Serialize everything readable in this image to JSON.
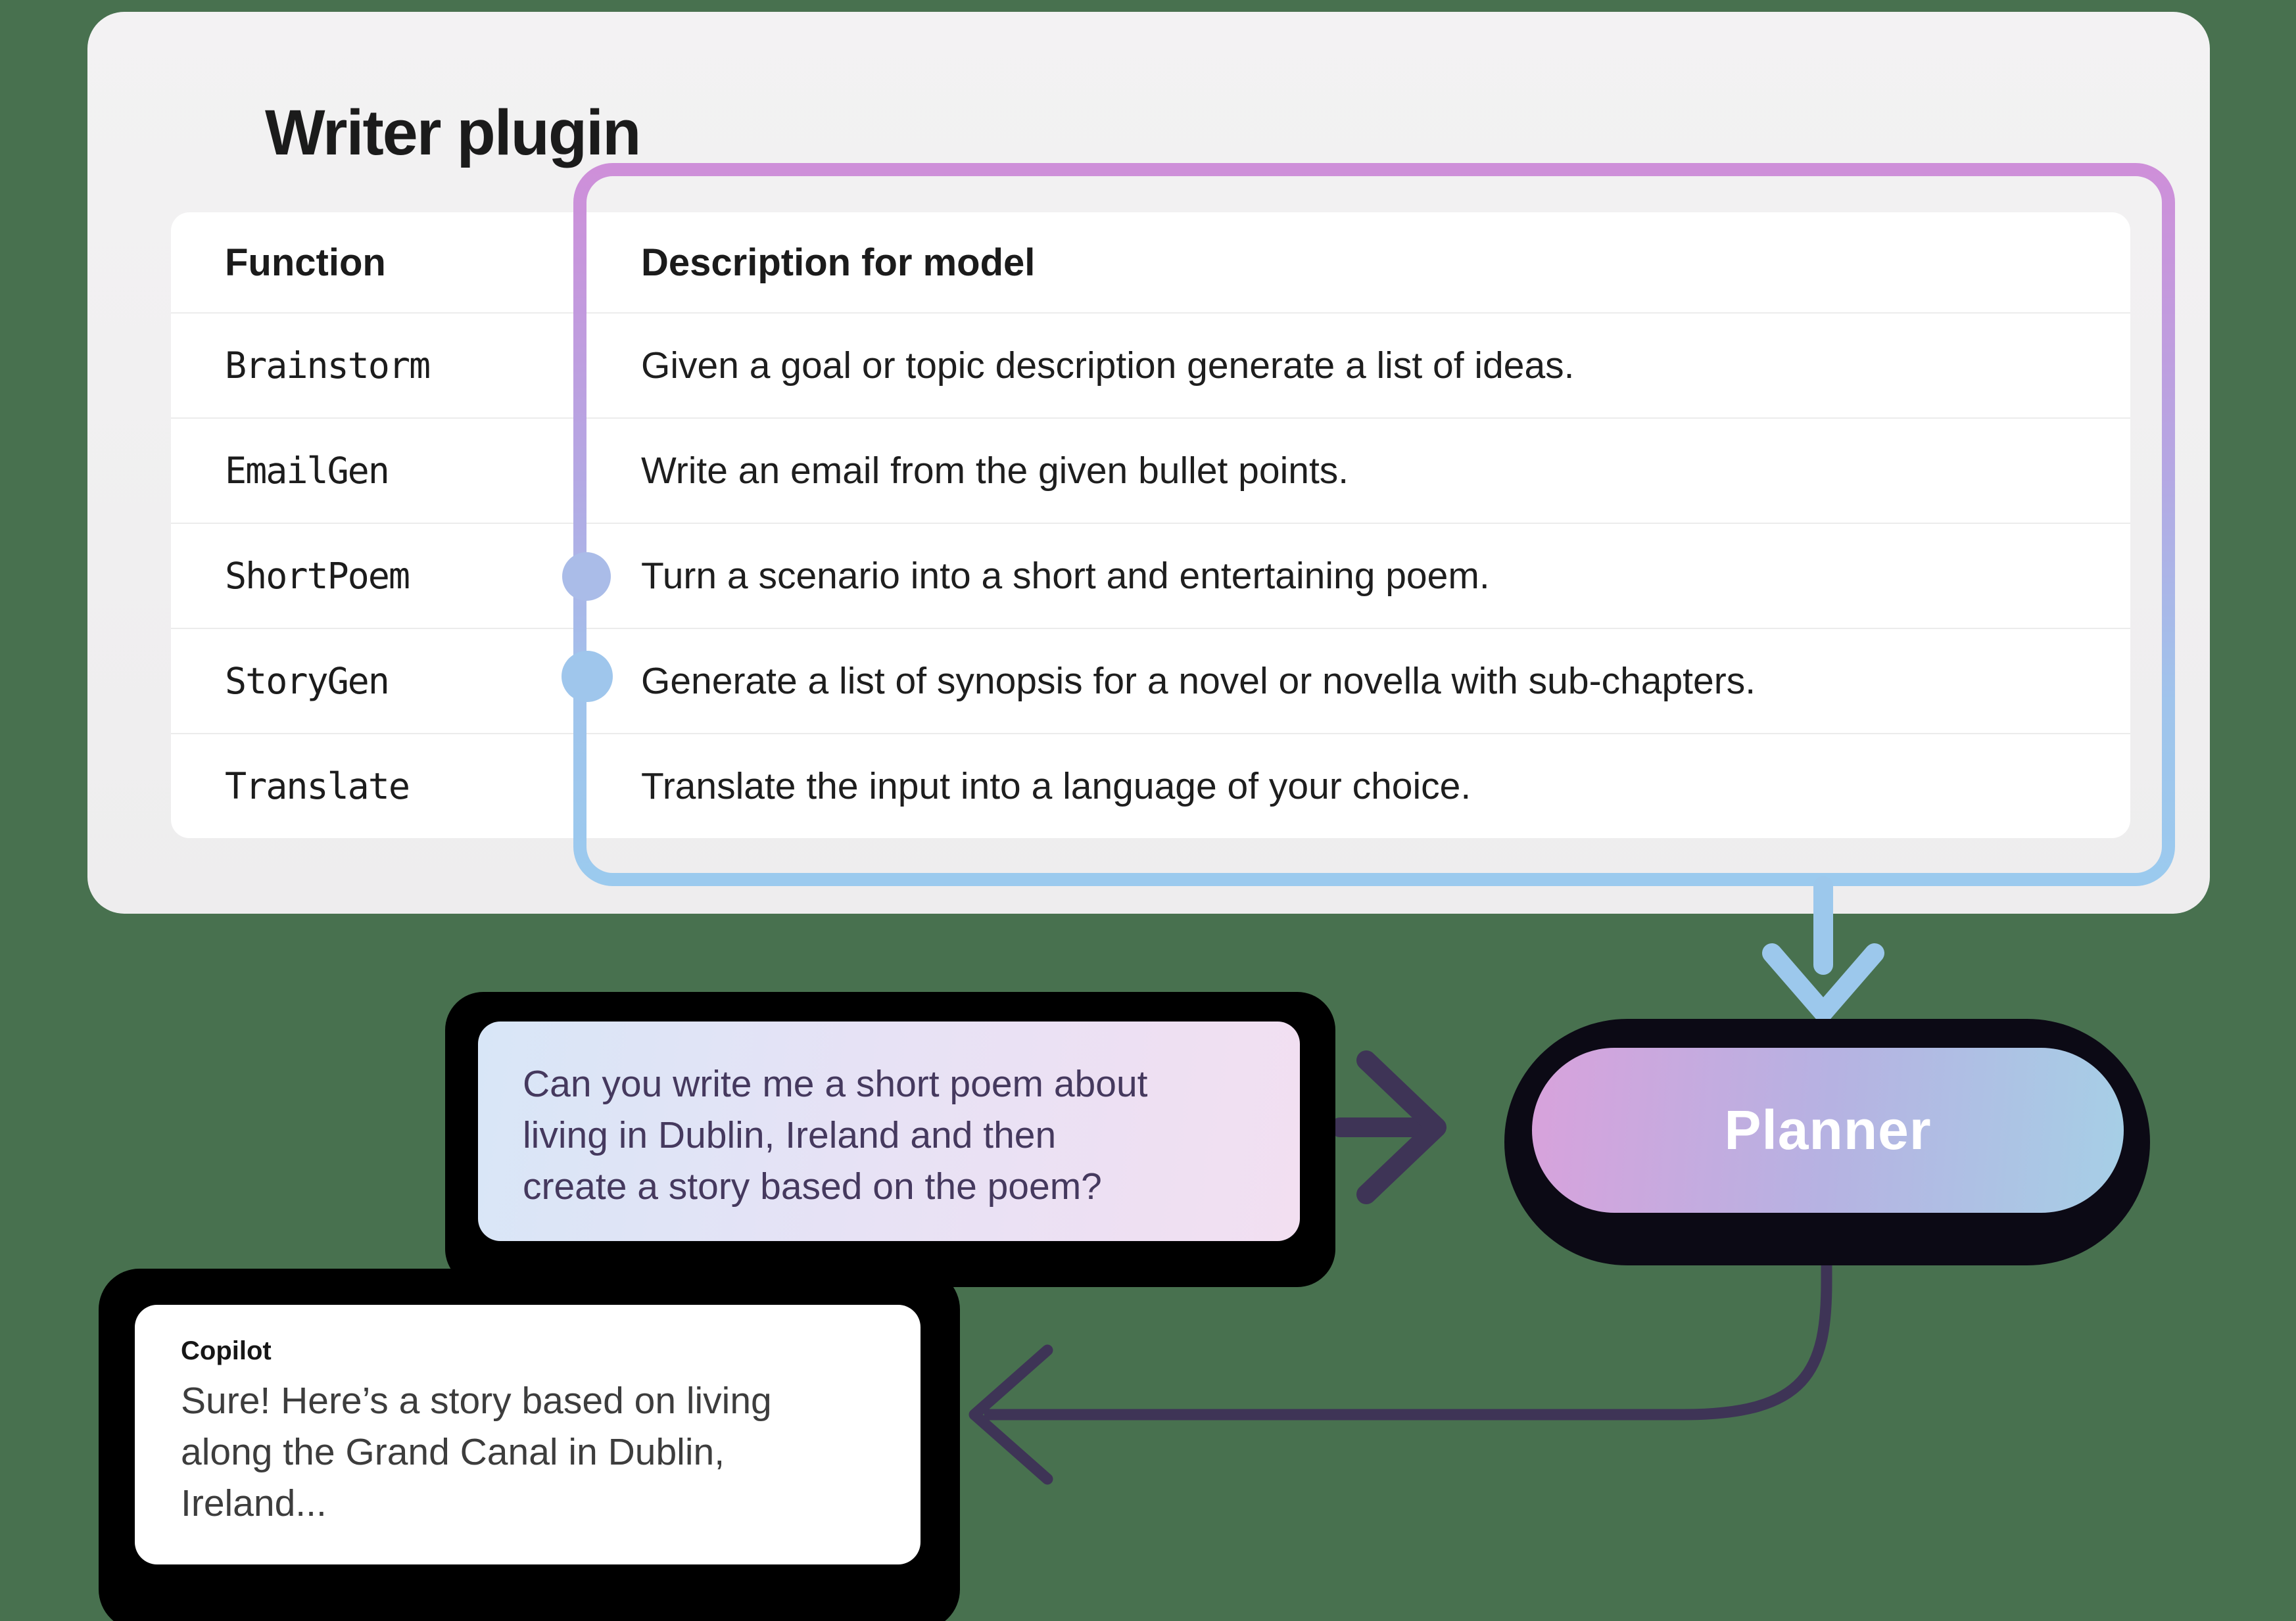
{
  "writer_plugin": {
    "title": "Writer plugin",
    "table": {
      "headers": [
        "Function",
        "Description for model"
      ],
      "rows": [
        {
          "function": "Brainstorm",
          "description": "Given a goal or topic description generate a list of ideas.",
          "has_connector_dot": false
        },
        {
          "function": "EmailGen",
          "description": "Write an email from the given bullet points.",
          "has_connector_dot": false
        },
        {
          "function": "ShortPoem",
          "description": "Turn a scenario into a short and entertaining poem.",
          "has_connector_dot": true
        },
        {
          "function": "StoryGen",
          "description": "Generate a list of synopsis for a novel or novella with sub-chapters.",
          "has_connector_dot": true
        },
        {
          "function": "Translate",
          "description": "Translate the input into a language of your choice.",
          "has_connector_dot": false
        }
      ]
    }
  },
  "flow": {
    "user_bubble": {
      "lines": [
        "Can you write me a short poem about",
        "living in Dublin, Ireland and then",
        "create a story based on the poem?"
      ]
    },
    "planner": {
      "label": "Planner"
    },
    "copilot_bubble": {
      "author": "Copilot",
      "lines": [
        "Sure! Here’s a story based on living",
        "along the Grand Canal in Dublin,",
        "Ireland..."
      ]
    }
  },
  "colors": {
    "background": "#48714f",
    "card": "#f1f1f1",
    "border_gradient_top": "#ce8fd9",
    "border_gradient_mid": "#b5a7e3",
    "border_gradient_low": "#a0c4ec",
    "border_gradient_bottom": "#9bcaee",
    "connector_dot_shortpoem": "#aabce8",
    "connector_dot_storygen": "#9fc6ec",
    "down_arrow": "#9cc8ec",
    "dark_arrow": "#3e3456",
    "planner_gradient_left": "#d8a2dc",
    "planner_gradient_right": "#a6cfe6",
    "user_bubble_gradient_left": "#d8e6f7",
    "user_bubble_gradient_right": "#f2dff1",
    "shadow": "#000000"
  }
}
